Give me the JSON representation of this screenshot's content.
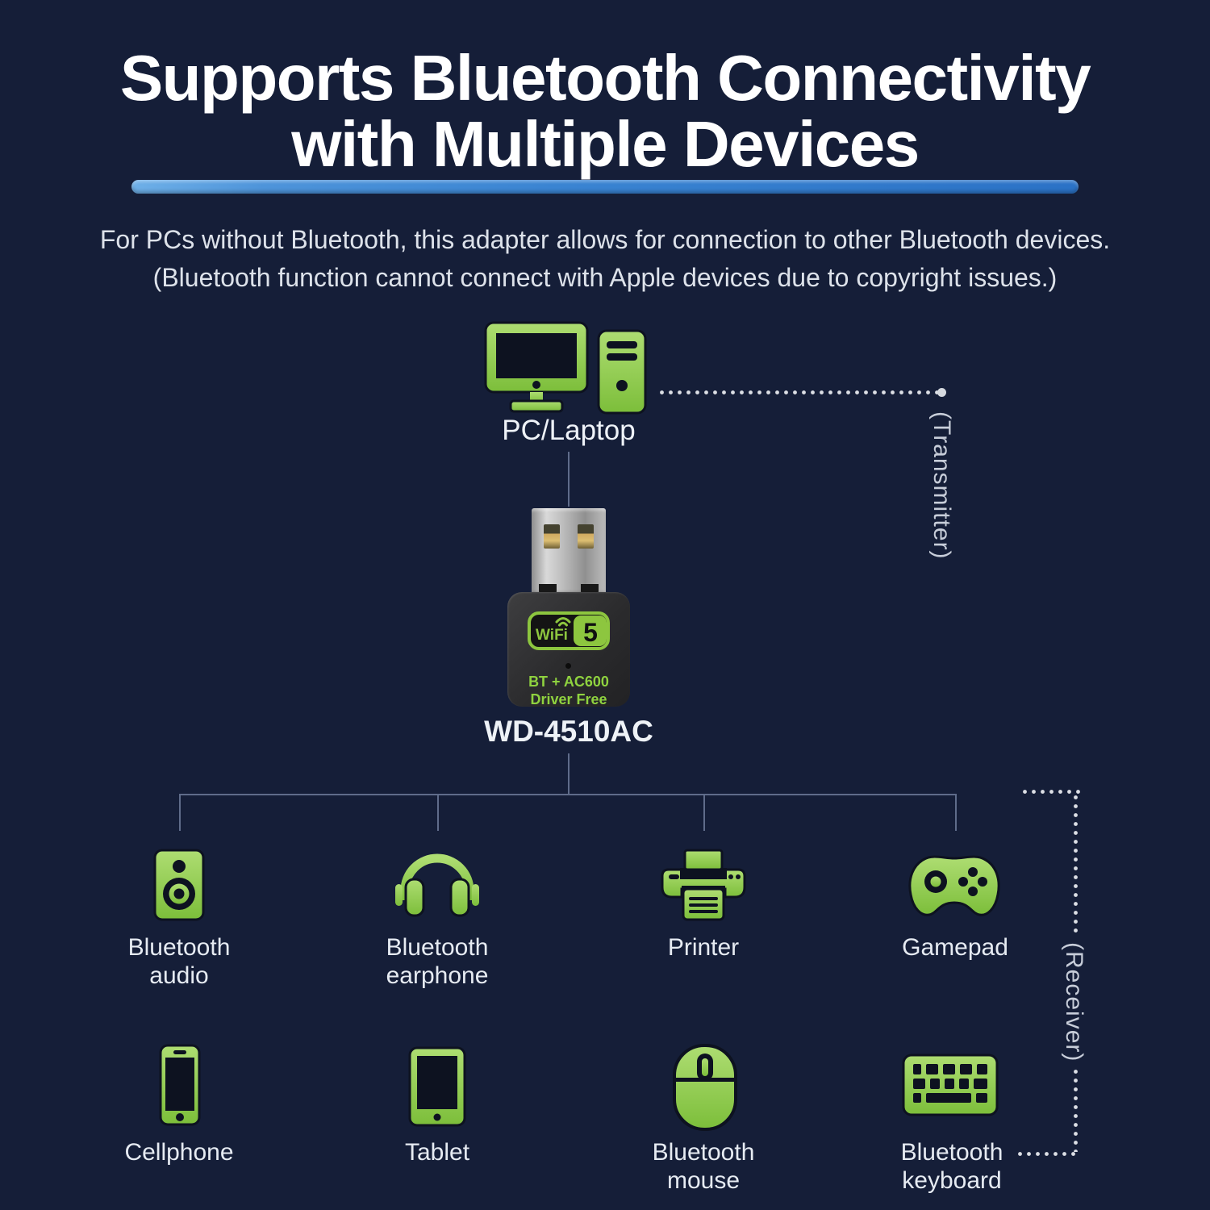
{
  "colors": {
    "background": "#151e38",
    "accent_green": "#8dc63f",
    "bar_blue": "#2f79cc",
    "text_light": "#e6ebf2",
    "connector_solid": "#5f6c8a",
    "connector_dotted": "#dcdfe5"
  },
  "header": {
    "title_line1": "Supports Bluetooth Connectivity",
    "title_line2": "with Multiple Devices",
    "description_line1": "For PCs without Bluetooth, this adapter allows for connection to other Bluetooth devices.",
    "description_line2": "(Bluetooth function cannot connect with Apple devices due to copyright issues.)"
  },
  "diagram": {
    "source_label": "PC/Laptop",
    "transmitter_label": "(Transmitter)",
    "receiver_label": "(Receiver)",
    "adapter": {
      "model": "WD-4510AC",
      "badge_brand": "WiFi",
      "badge_number": "5",
      "marking_line1": "BT + AC600",
      "marking_line2": "Driver Free"
    },
    "devices_row1": [
      {
        "icon": "speaker-icon",
        "label": "Bluetooth audio"
      },
      {
        "icon": "headphones-icon",
        "label": "Bluetooth earphone"
      },
      {
        "icon": "printer-icon",
        "label": "Printer"
      },
      {
        "icon": "gamepad-icon",
        "label": "Gamepad"
      }
    ],
    "devices_row2": [
      {
        "icon": "cellphone-icon",
        "label": "Cellphone"
      },
      {
        "icon": "tablet-icon",
        "label": "Tablet"
      },
      {
        "icon": "mouse-icon",
        "label": "Bluetooth mouse"
      },
      {
        "icon": "keyboard-icon",
        "label": "Bluetooth keyboard"
      }
    ]
  }
}
